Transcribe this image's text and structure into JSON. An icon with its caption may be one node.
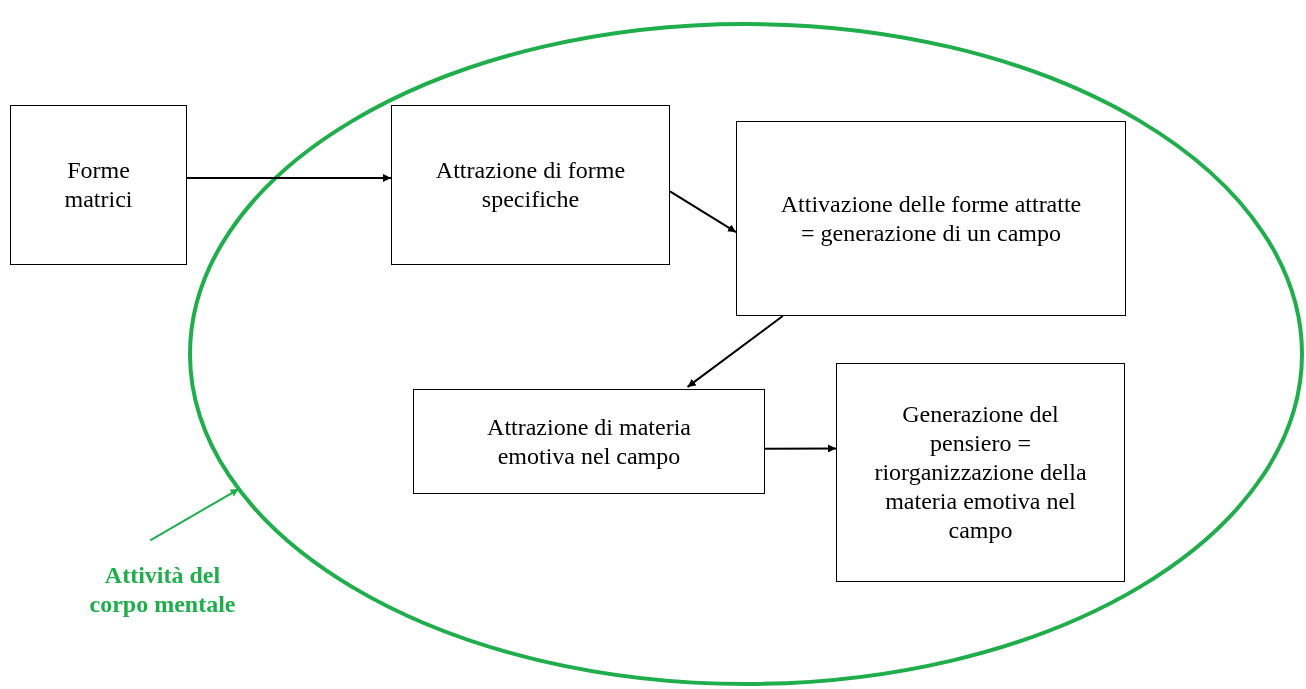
{
  "diagram": {
    "nodes": [
      {
        "text": [
          "Forme matrici"
        ]
      },
      {
        "text": [],
        "shape": "ellipse"
      },
      {
        "text": [
          "Attrazione di forme specifiche"
        ],
        "in": 1
      },
      {
        "text": [
          "Attivazione delle forme attratte = generazione di un campo"
        ],
        "in": 1
      },
      {
        "text": [
          "Attrazione di materia emotiva nel campo"
        ],
        "in": 1
      },
      {
        "text": [
          "Generazione del pensiero = riorganizzazione della materia emotiva nel campo"
        ],
        "in": 1
      },
      {
        "text": [
          "Attività del corpo mentale"
        ]
      }
    ],
    "edges": [
      {
        "from": 0,
        "to": 2,
        "arrow": "to"
      },
      {
        "from": 2,
        "to": 3,
        "arrow": "to"
      },
      {
        "from": 3,
        "to": 4,
        "arrow": "to"
      },
      {
        "from": 4,
        "to": 5,
        "arrow": "to"
      },
      {
        "from": 6,
        "to": 1,
        "arrow": "to",
        "color": "#1fae4b"
      }
    ]
  }
}
